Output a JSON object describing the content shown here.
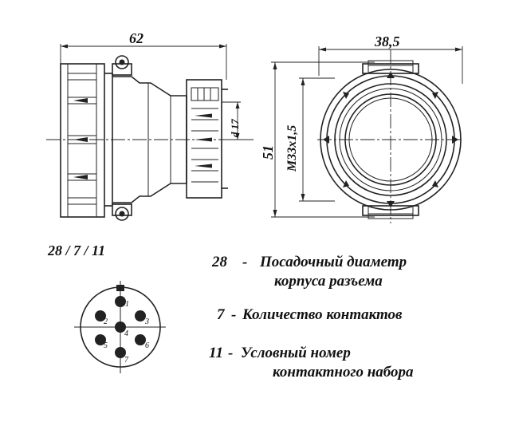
{
  "dimensions": {
    "length": "62",
    "width": "38,5",
    "height": "51",
    "thread": "M33x1,5",
    "diameter": "d 17"
  },
  "code": "28 / 7 / 11",
  "legend": [
    {
      "num": "28",
      "sep": "-",
      "line1": "Посадочный диаметр",
      "line2": "корпуса разъема"
    },
    {
      "num": "7",
      "sep": "-",
      "line1": "Количество контактов",
      "line2": ""
    },
    {
      "num": "11",
      "sep": "-",
      "line1": "Условный номер",
      "line2": "контактного набора"
    }
  ],
  "pins": [
    "1",
    "2",
    "3",
    "4",
    "5",
    "6",
    "7"
  ]
}
